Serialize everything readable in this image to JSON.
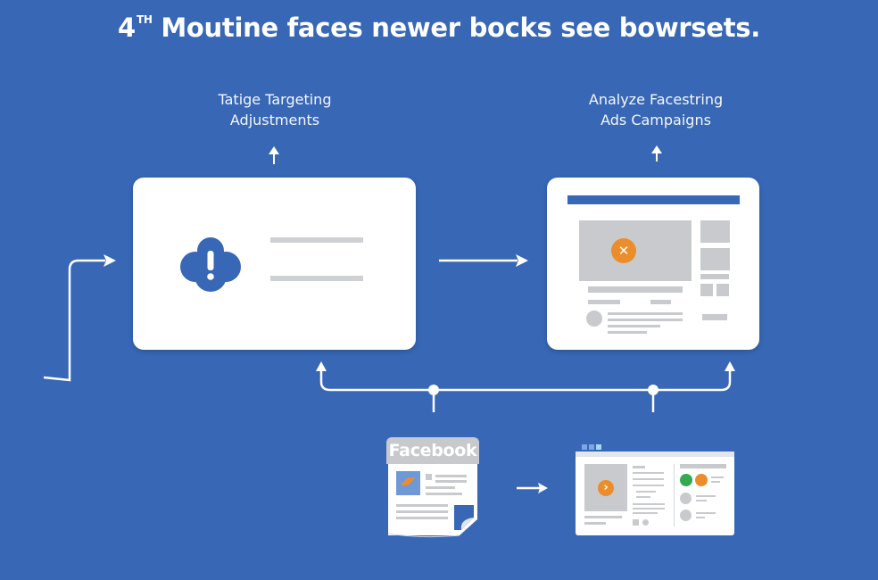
{
  "title": {
    "prefix": "4",
    "superscript": "TH",
    "text": " Moutine faces newer bocks see bowrsets."
  },
  "labels": {
    "left": {
      "line1": "Tatige Targeting",
      "line2": "Adjustments"
    },
    "right": {
      "line1": "Analyze Facestring",
      "line2": "Ads Campaigns"
    }
  },
  "left_card": {
    "icon": "alert-cloud-icon",
    "icon_glyph": "!",
    "icon_color": "#3767b5"
  },
  "right_card": {
    "header_bar_color": "#3767b5",
    "play_icon": "close-x-icon",
    "play_glyph": "✕",
    "accent_color": "#ec8d2b"
  },
  "facebook_doc": {
    "header": "Facebook",
    "thumb_icon": "bird-icon"
  },
  "browser_window": {
    "dots": [
      "#7fa6e6",
      "#7fa6e6",
      "#a8d8ef"
    ],
    "play_icon": "play-icon",
    "play_glyph": "›",
    "accent_color": "#ec8d2b",
    "green_badge": "#34a853",
    "orange_badge": "#ec8d2b"
  },
  "colors": {
    "background": "#3767b5",
    "card": "#ffffff",
    "placeholder_gray": "#c9cacd",
    "arrow": "#ffffff"
  }
}
